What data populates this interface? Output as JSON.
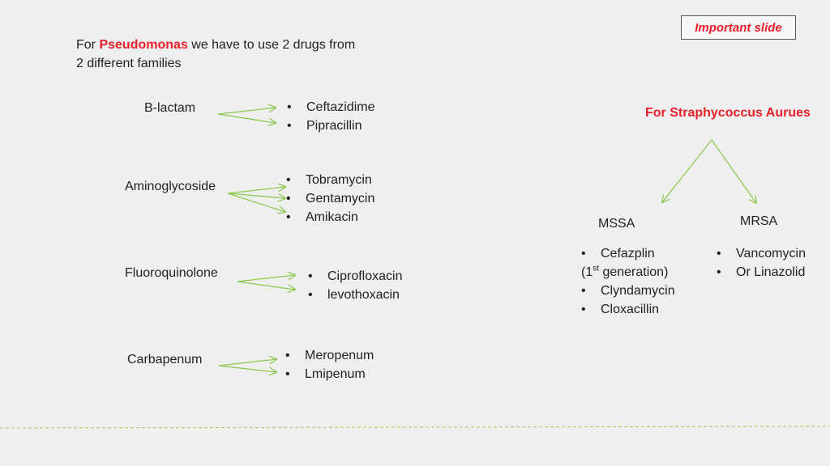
{
  "badge": "Important slide",
  "intro": {
    "prefix": "For ",
    "highlight": "Pseudomonas",
    "suffix": " we have to use 2 drugs from",
    "line2": "2 different families"
  },
  "groups": [
    {
      "family": "B-lactam",
      "drugs": [
        "Ceftazidime",
        "Pipracillin"
      ]
    },
    {
      "family": "Aminoglycoside",
      "drugs": [
        "Tobramycin",
        "Gentamycin",
        "Amikacin"
      ]
    },
    {
      "family": "Fluoroquinolone",
      "drugs": [
        "Ciprofloxacin",
        "levothoxacin"
      ]
    },
    {
      "family": "Carbapenum",
      "drugs": [
        "Meropenum",
        "Lmipenum"
      ]
    }
  ],
  "staph": {
    "title": "For Straphycoccus Aurues",
    "mssa": {
      "label": "MSSA",
      "item1": "Cefazplin",
      "item1_note_open": "(1",
      "item1_note_sup": "st",
      "item1_note_close": " generation)",
      "item2": "Clyndamycin",
      "item3": "Cloxacillin"
    },
    "mrsa": {
      "label": "MRSA",
      "items": [
        "Vancomycin",
        "Or Linazolid"
      ]
    }
  },
  "bullet": "•",
  "colors": {
    "accent_red": "#e8202a",
    "arrow_green": "#8cc84b",
    "background": "#efefef"
  }
}
